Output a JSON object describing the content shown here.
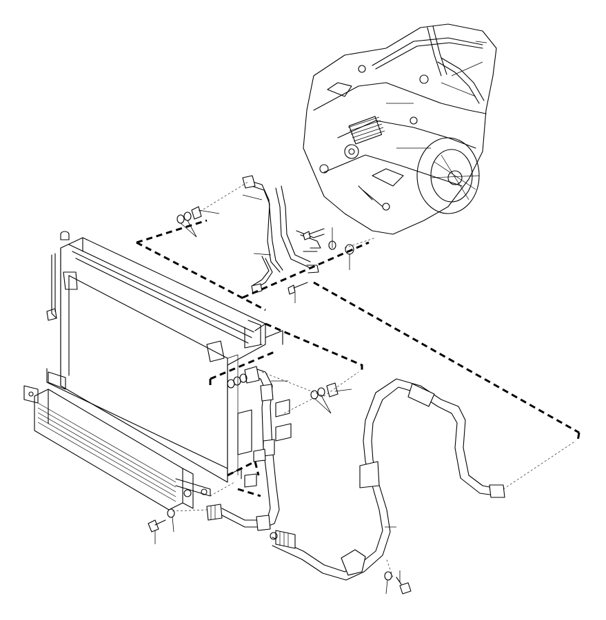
{
  "diagram": {
    "type": "exploded-parts-view",
    "background": "#ffffff",
    "line_color": "#000000",
    "components": [
      {
        "name": "automatic-transmission"
      },
      {
        "name": "radiator"
      },
      {
        "name": "transmission-oil-cooler"
      },
      {
        "name": "upper-oil-lines"
      },
      {
        "name": "lower-oil-hose"
      },
      {
        "name": "fittings-and-seals"
      },
      {
        "name": "mounting-bolts"
      }
    ]
  }
}
